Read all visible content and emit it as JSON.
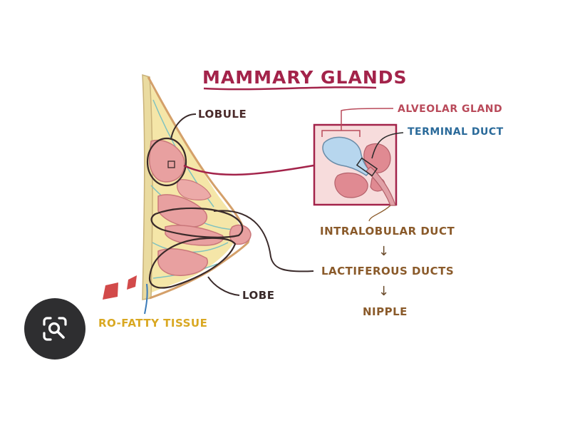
{
  "title": "MAMMARY GLANDS",
  "labels": {
    "lobule": "LOBULE",
    "alveolar_gland": "ALVEOLAR GLAND",
    "terminal_duct": "TERMINAL DUCT",
    "intralobular_duct": "INTRALOBULAR DUCT",
    "lactiferous_ducts": "LACTIFEROUS DUCTS",
    "nipple": "NIPPLE",
    "lobe": "LOBE",
    "fibro_fatty_tissue": "RO-FATTY TISSUE"
  },
  "flow_arrows": [
    "↓",
    "↓"
  ],
  "overlay": {
    "icon": "lens-search-icon"
  },
  "colors": {
    "title": "#a3234a",
    "gland_tissue": "#e8a0a0",
    "fat": "#f5e6a8",
    "outline": "#3a2a2a",
    "terminal_duct": "#2a6a9a",
    "duct_labels": "#8a5a2a"
  }
}
